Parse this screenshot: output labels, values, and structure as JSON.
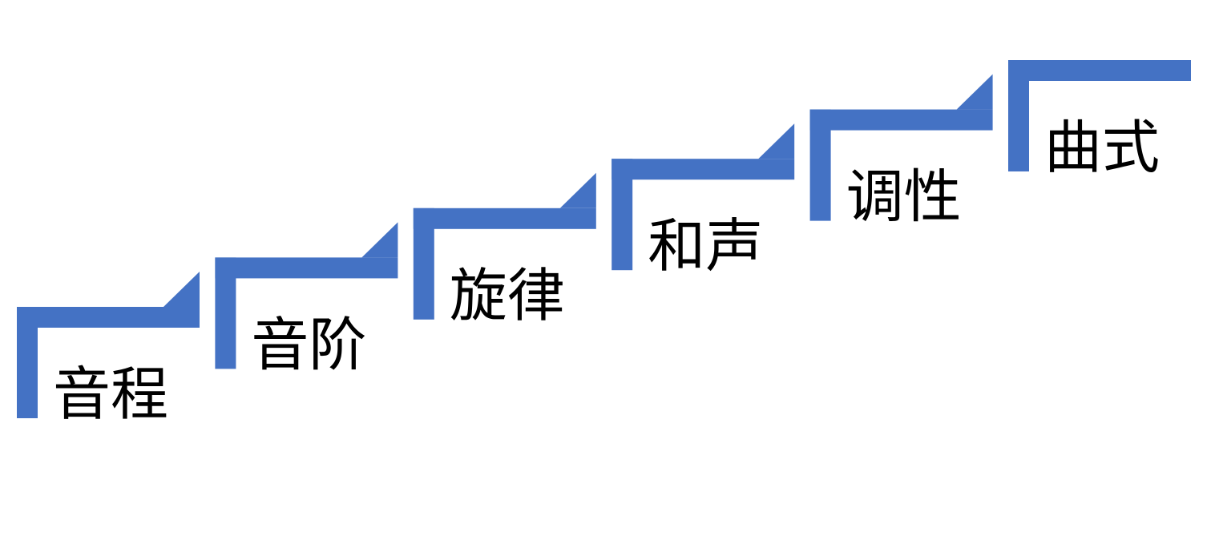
{
  "diagram": {
    "accent_color": "#4472C4",
    "text_color": "#000000",
    "steps": [
      {
        "label": "音程"
      },
      {
        "label": "音阶"
      },
      {
        "label": "旋律"
      },
      {
        "label": "和声"
      },
      {
        "label": "调性"
      },
      {
        "label": "曲式"
      }
    ]
  }
}
